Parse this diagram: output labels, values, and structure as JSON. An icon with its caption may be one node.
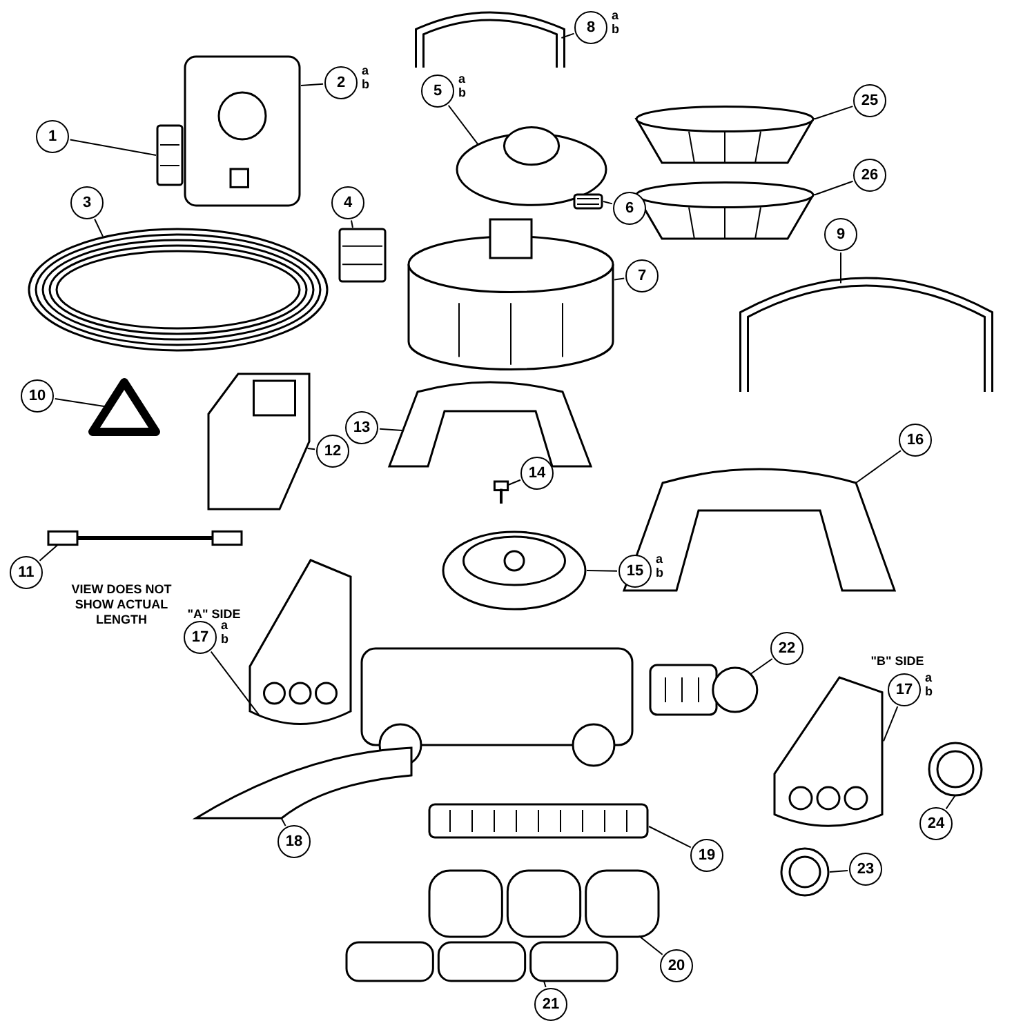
{
  "diagram": {
    "nodes": [
      {
        "text": [
          "1"
        ]
      },
      {
        "text": [],
        "shape": "picture"
      },
      {
        "text": [
          "2"
        ],
        "beside": [
          "a",
          "b"
        ]
      },
      {
        "text": [],
        "shape": "picture"
      },
      {
        "text": [
          "3"
        ]
      },
      {
        "text": [],
        "shape": "picture"
      },
      {
        "text": [
          "4"
        ]
      },
      {
        "text": [],
        "shape": "picture"
      },
      {
        "text": [
          "5"
        ],
        "beside": [
          "a",
          "b"
        ]
      },
      {
        "text": [],
        "shape": "picture"
      },
      {
        "text": [
          "6"
        ]
      },
      {
        "text": [],
        "shape": "picture"
      },
      {
        "text": [
          "7"
        ]
      },
      {
        "text": [],
        "shape": "picture"
      },
      {
        "text": [
          "8"
        ],
        "beside": [
          "a",
          "b"
        ]
      },
      {
        "text": [],
        "shape": "picture"
      },
      {
        "text": [
          "9"
        ]
      },
      {
        "text": [],
        "shape": "picture"
      },
      {
        "text": [
          "10"
        ]
      },
      {
        "text": [],
        "shape": "picture"
      },
      {
        "text": [
          "11"
        ]
      },
      {
        "text": [],
        "shape": "picture"
      },
      {
        "text": [
          "12"
        ]
      },
      {
        "text": [],
        "shape": "picture"
      },
      {
        "text": [
          "13"
        ]
      },
      {
        "text": [],
        "shape": "picture"
      },
      {
        "text": [
          "14"
        ]
      },
      {
        "text": [],
        "shape": "picture"
      },
      {
        "text": [
          "15"
        ],
        "beside": [
          "a",
          "b"
        ]
      },
      {
        "text": [],
        "shape": "picture"
      },
      {
        "text": [
          "16"
        ]
      },
      {
        "text": [],
        "shape": "picture"
      },
      {
        "text": [
          "17"
        ],
        "beside": [
          "a",
          "b"
        ]
      },
      {
        "text": [],
        "shape": "picture"
      },
      {
        "text": [
          "17"
        ],
        "beside": [
          "a",
          "b"
        ]
      },
      {
        "text": [],
        "shape": "picture"
      },
      {
        "text": [
          "18"
        ]
      },
      {
        "text": [],
        "shape": "picture"
      },
      {
        "text": [
          "19"
        ]
      },
      {
        "text": [],
        "shape": "picture"
      },
      {
        "text": [
          "20"
        ]
      },
      {
        "text": [],
        "shape": "picture"
      },
      {
        "text": [
          "21"
        ]
      },
      {
        "text": [],
        "shape": "picture"
      },
      {
        "text": [
          "22"
        ]
      },
      {
        "text": [],
        "shape": "picture"
      },
      {
        "text": [
          "23"
        ]
      },
      {
        "text": [],
        "shape": "picture"
      },
      {
        "text": [
          "24"
        ]
      },
      {
        "text": [],
        "shape": "picture"
      },
      {
        "text": [
          "25"
        ]
      },
      {
        "text": [],
        "shape": "picture"
      },
      {
        "text": [
          "26"
        ]
      },
      {
        "text": [],
        "shape": "picture"
      }
    ],
    "edges": [
      {
        "from": 0,
        "to": 1,
        "arrow": "none"
      },
      {
        "from": 2,
        "to": 3,
        "arrow": "none"
      },
      {
        "from": 4,
        "to": 5,
        "arrow": "none"
      },
      {
        "from": 6,
        "to": 7,
        "arrow": "none"
      },
      {
        "from": 8,
        "to": 9,
        "arrow": "none"
      },
      {
        "from": 10,
        "to": 11,
        "arrow": "none"
      },
      {
        "from": 12,
        "to": 13,
        "arrow": "none"
      },
      {
        "from": 14,
        "to": 15,
        "arrow": "none"
      },
      {
        "from": 16,
        "to": 17,
        "arrow": "none"
      },
      {
        "from": 18,
        "to": 19,
        "arrow": "none"
      },
      {
        "from": 20,
        "to": 21,
        "arrow": "none"
      },
      {
        "from": 22,
        "to": 23,
        "arrow": "none"
      },
      {
        "from": 24,
        "to": 25,
        "arrow": "none"
      },
      {
        "from": 26,
        "to": 27,
        "arrow": "none"
      },
      {
        "from": 28,
        "to": 29,
        "arrow": "none"
      },
      {
        "from": 30,
        "to": 31,
        "arrow": "none"
      },
      {
        "from": 32,
        "to": 33,
        "arrow": "none"
      },
      {
        "from": 34,
        "to": 35,
        "arrow": "none"
      },
      {
        "from": 36,
        "to": 37,
        "arrow": "none"
      },
      {
        "from": 38,
        "to": 39,
        "arrow": "none"
      },
      {
        "from": 40,
        "to": 41,
        "arrow": "none"
      },
      {
        "from": 42,
        "to": 43,
        "arrow": "none"
      },
      {
        "from": 44,
        "to": 45,
        "arrow": "none"
      },
      {
        "from": 46,
        "to": 47,
        "arrow": "none"
      },
      {
        "from": 48,
        "to": 49,
        "arrow": "none"
      },
      {
        "from": 50,
        "to": 51,
        "arrow": "none"
      },
      {
        "from": 52,
        "to": 53,
        "arrow": "none"
      }
    ],
    "labels": [
      "VIEW DOES NOT SHOW ACTUAL LENGTH",
      "\"A\" SIDE",
      "\"B\" SIDE"
    ]
  }
}
